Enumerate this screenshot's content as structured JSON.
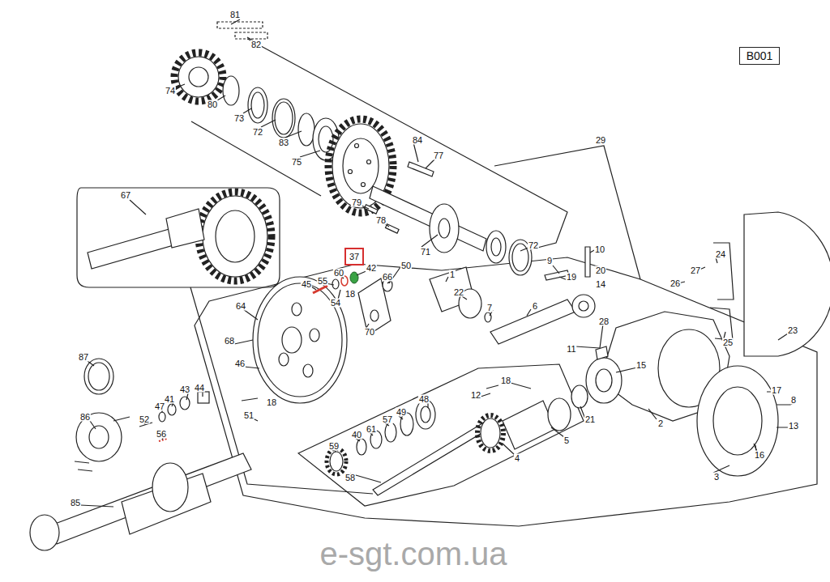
{
  "diagram": {
    "nodes": [
      {
        "text": [
          "B001"
        ]
      },
      {
        "text": [
          "37"
        ]
      }
    ],
    "labels": [
      "81",
      "82",
      "74",
      "80",
      "73",
      "72",
      "84",
      "29",
      "83",
      "77",
      "75",
      "67",
      "79",
      "78",
      "10",
      "71",
      "72",
      "24",
      "9",
      "50",
      "42",
      "20",
      "27",
      "60",
      "1",
      "19",
      "55",
      "66",
      "26",
      "45",
      "14",
      "22",
      "18",
      "54",
      "64",
      "6",
      "7",
      "28",
      "23",
      "70",
      "68",
      "25",
      "11",
      "87",
      "46",
      "15",
      "18",
      "44",
      "43",
      "17",
      "12",
      "41",
      "48",
      "18",
      "8",
      "47",
      "49",
      "51",
      "86",
      "52",
      "57",
      "21",
      "2",
      "13",
      "61",
      "56",
      "40",
      "5",
      "59",
      "16",
      "4",
      "3",
      "58",
      "85",
      "e-sgt.com.ua"
    ]
  }
}
